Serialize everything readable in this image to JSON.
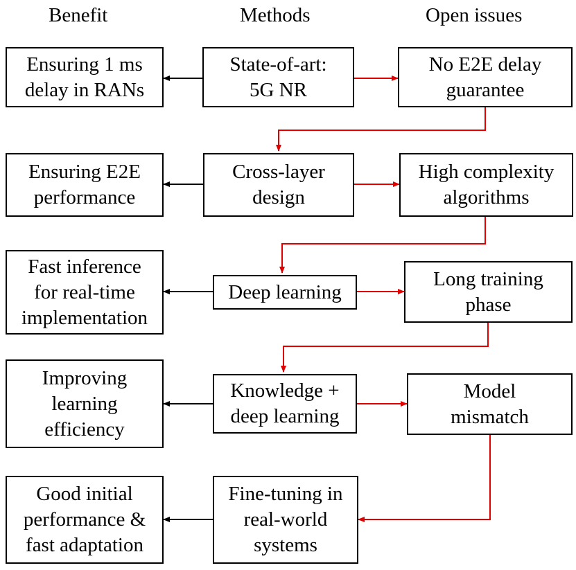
{
  "headers": {
    "benefit": "Benefit",
    "methods": "Methods",
    "open_issues": "Open issues"
  },
  "rows": [
    {
      "benefit": "Ensuring 1 ms\ndelay in RANs",
      "method": "State-of-art:\n5G NR",
      "issue": "No E2E delay\nguarantee"
    },
    {
      "benefit": "Ensuring E2E\nperformance",
      "method": "Cross-layer\ndesign",
      "issue": "High complexity\nalgorithms"
    },
    {
      "benefit": "Fast inference\nfor real-time\nimplementation",
      "method": "Deep learning",
      "issue": "Long training\nphase"
    },
    {
      "benefit": "Improving\nlearning\nefficiency",
      "method": "Knowledge +\ndeep learning",
      "issue": "Model\nmismatch"
    },
    {
      "benefit": "Good initial\nperformance &\nfast adaptation",
      "method": "Fine-tuning in\nreal-world\nsystems"
    }
  ],
  "colors": {
    "benefit_arrow": "#000000",
    "issue_arrow": "#e00000",
    "box_border": "#000000"
  }
}
